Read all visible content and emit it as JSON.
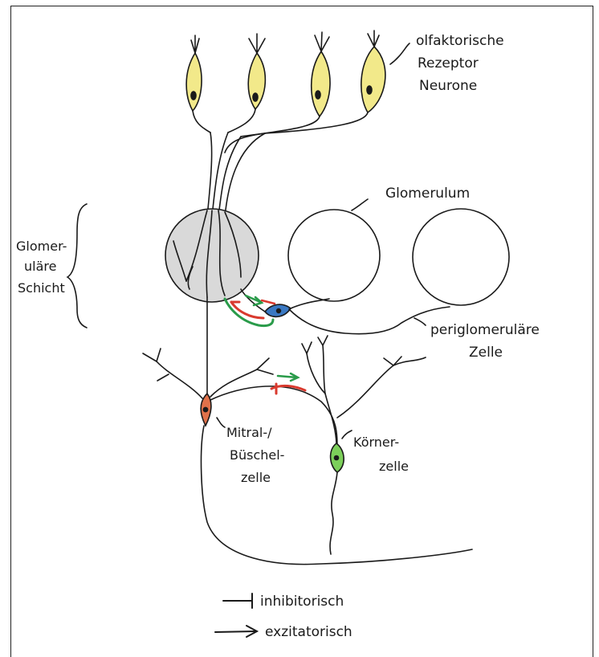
{
  "labels": {
    "receptor_1": "olfaktorische",
    "receptor_2": "Rezeptor",
    "receptor_3": "Neurone",
    "glomerulum": "Glomerulum",
    "layer_1": "Glomer-",
    "layer_2": "uläre",
    "layer_3": "Schicht",
    "periglom_1": "periglomeruläre",
    "periglom_2": "Zelle",
    "mitral_1": "Mitral-/",
    "mitral_2": "Büschel-",
    "mitral_3": "zelle",
    "granule_1": "Körner-",
    "granule_2": "zelle"
  },
  "legend": {
    "inhibitory": "inhibitorisch",
    "excitatory": "exzitatorisch"
  },
  "colors": {
    "receptor_fill": "#f2e98a",
    "glomerulus_fill": "#d9d9d9",
    "periglomerular_fill": "#3a78c2",
    "mitral_fill": "#e0714a",
    "granule_fill": "#7ccf5a",
    "inhibitory_red": "#d93a2e",
    "excitatory_green": "#2a9b4a"
  }
}
